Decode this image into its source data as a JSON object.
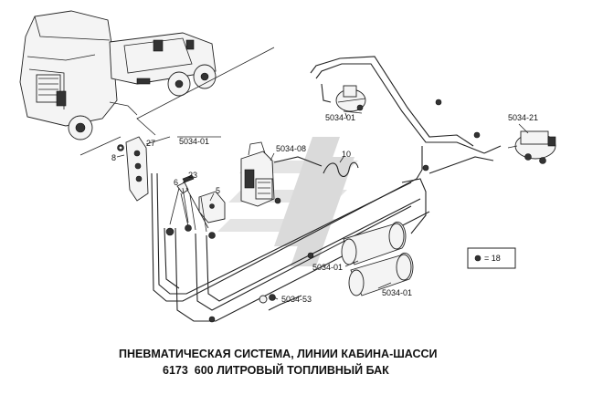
{
  "labels": {
    "valve_top": "5034-01",
    "valve_right": "5034-21",
    "bracket_ref": "5034-01",
    "dryer": "5034-08",
    "tank_upper": "5034-01",
    "tank_lower": "5034-01",
    "fitting": "5034-53",
    "n27": "27",
    "n8": "8",
    "n23": "23",
    "n5": "5",
    "n6": "6",
    "n10": "10"
  },
  "legend": {
    "text": "= 18"
  },
  "caption": {
    "line1": "ПНЕВМАТИЧЕСКАЯ СИСТЕМА, ЛИНИИ КАБИНА-ШАССИ",
    "line2": "6173  600 ЛИТРОВЫЙ ТОПЛИВНЫЙ БАК"
  },
  "watermark_color": "#d9d9d9"
}
